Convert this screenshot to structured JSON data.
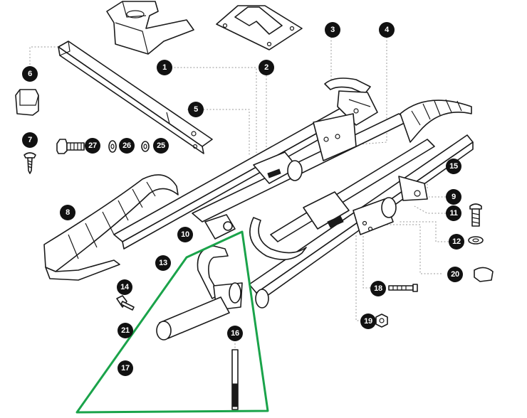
{
  "diagram": {
    "callouts": [
      "1",
      "2",
      "3",
      "4",
      "5",
      "6",
      "7",
      "8",
      "9",
      "10",
      "11",
      "12",
      "13",
      "14",
      "15",
      "16",
      "17",
      "18",
      "19",
      "20",
      "21",
      "25",
      "26",
      "27"
    ],
    "colors": {
      "callout_bg": "#111111",
      "callout_text": "#ffffff",
      "line": "#1a1a1a",
      "leader": "#9a9a9a",
      "highlight": "#1aa34a"
    }
  }
}
